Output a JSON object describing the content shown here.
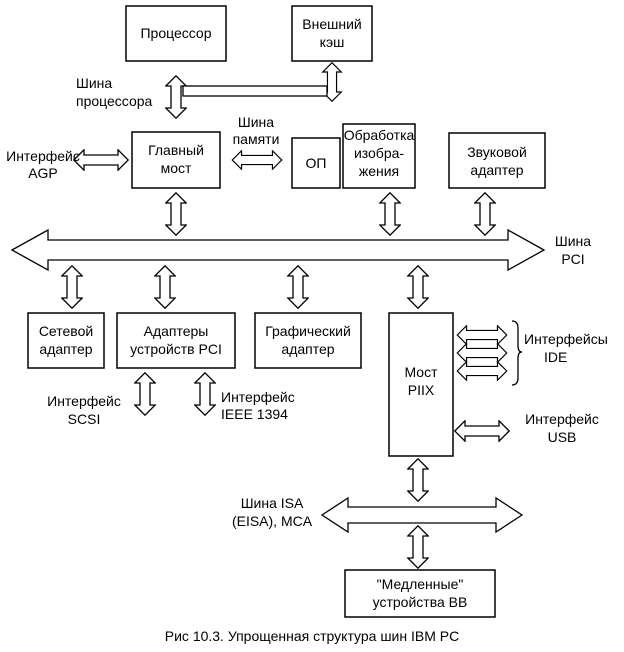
{
  "caption": "Рис 10.3. Упрощенная структура шин IBM PC",
  "blocks": {
    "processor": [
      "Процессор"
    ],
    "external_cache": [
      "Внешний",
      "кэш"
    ],
    "main_bridge": [
      "Главный",
      "мост"
    ],
    "ram": [
      "ОП"
    ],
    "image_processing": [
      "Обработка",
      "изобра-",
      "жения"
    ],
    "sound_adapter": [
      "Звуковой",
      "адаптер"
    ],
    "network_adapter": [
      "Сетевой",
      "адаптер"
    ],
    "pci_device_adapters": [
      "Адаптеры",
      "устройств PCI"
    ],
    "graphics_adapter": [
      "Графический",
      "адаптер"
    ],
    "piix_bridge": [
      "Мост",
      "PIIX"
    ],
    "slow_io_devices": [
      "\"Медленные\"",
      "устройства ВВ"
    ]
  },
  "labels": {
    "processor_bus": [
      "Шина",
      "процессора"
    ],
    "memory_bus": [
      "Шина",
      "памяти"
    ],
    "agp_interface": [
      "Интерфейс",
      "AGP"
    ],
    "pci_bus": [
      "Шина",
      "PCI"
    ],
    "scsi_interface": [
      "Интерфейс",
      "SCSI"
    ],
    "ieee1394_interface": [
      "Интерфейс",
      "IEEE 1394"
    ],
    "ide_interfaces": [
      "Интерфейсы",
      "IDE"
    ],
    "usb_interface": [
      "Интерфейс",
      "USB"
    ],
    "isa_bus": [
      "Шина ISA",
      "(EISA), MCA"
    ]
  },
  "colors": {
    "stroke": "#000000",
    "fill": "#ffffff",
    "text": "#000000"
  }
}
